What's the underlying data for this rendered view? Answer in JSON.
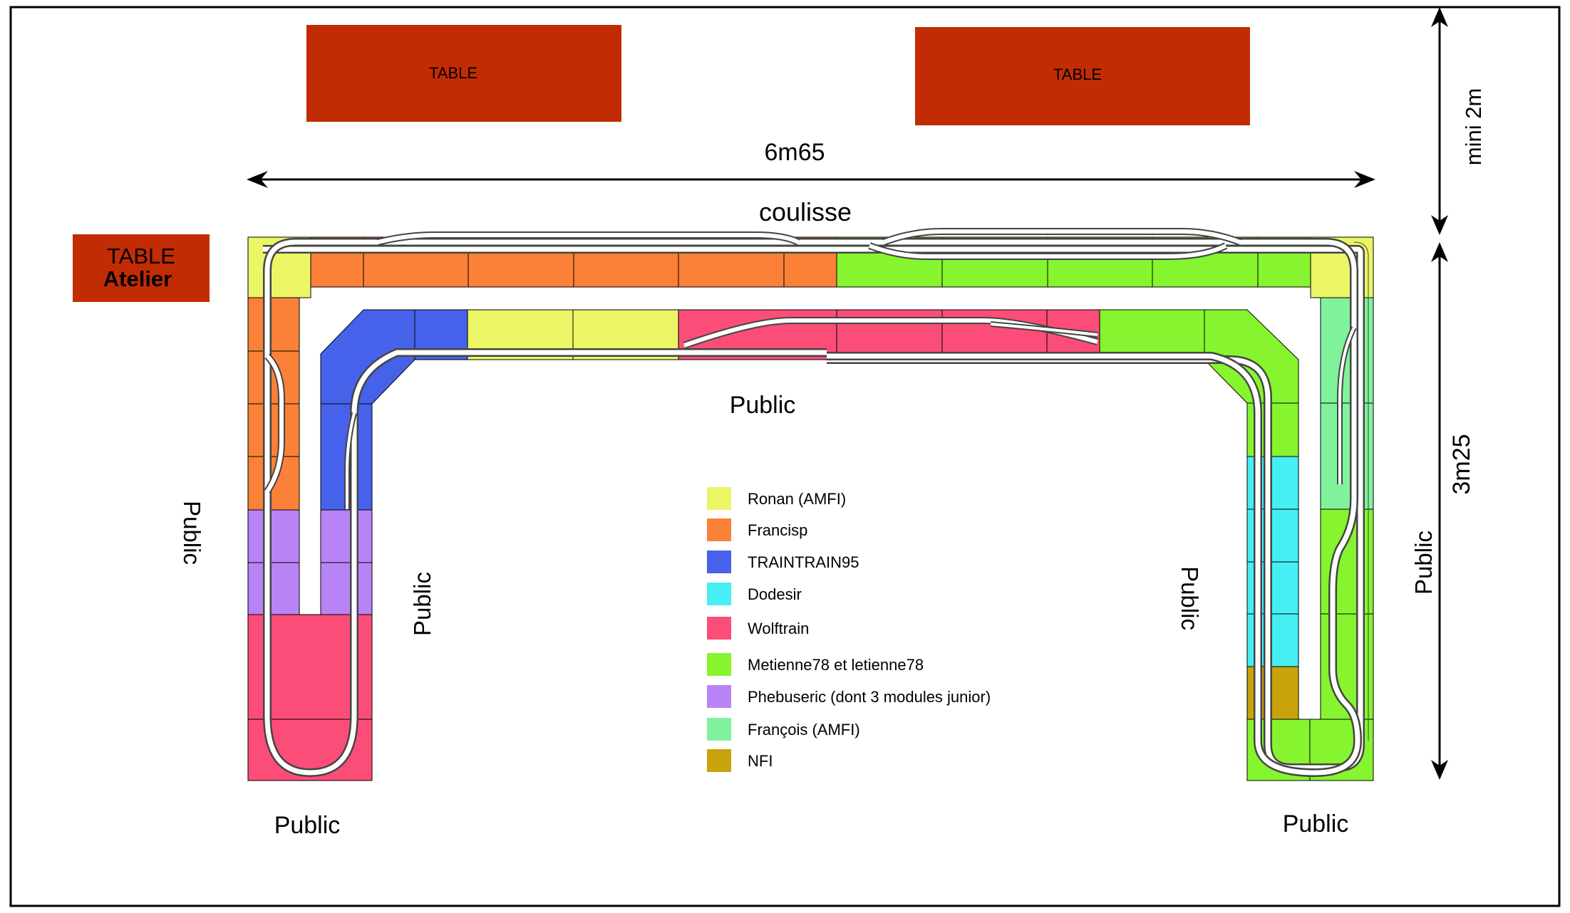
{
  "tables": {
    "table1": "TABLE",
    "table2": "TABLE",
    "atelier_line1": "TABLE",
    "atelier_line2": "Atelier",
    "color": "#c22c04"
  },
  "dimensions": {
    "width": "6m65",
    "coulisse": "coulisse",
    "depth_min": "mini 2m",
    "height": "3m25"
  },
  "public_labels": {
    "center": "Public",
    "left_outer": "Public",
    "left_inner": "Public",
    "right_inner": "Public",
    "right_outer": "Public",
    "bottom_left": "Public",
    "bottom_right": "Public"
  },
  "legend": [
    {
      "label": "Ronan (AMFI)",
      "color": "#ebf566"
    },
    {
      "label": "Francisp",
      "color": "#fa8137"
    },
    {
      "label": "TRAINTRAIN95",
      "color": "#4762ea"
    },
    {
      "label": "Dodesir",
      "color": "#45eff4"
    },
    {
      "label": "Wolftrain",
      "color": "#fb4d78"
    },
    {
      "label": "Metienne78 et letienne78",
      "color": "#86f42e"
    },
    {
      "label": "Phebuseric (dont 3 modules junior)",
      "color": "#b884f5"
    },
    {
      "label": "François (AMFI)",
      "color": "#80f29c"
    },
    {
      "label": "NFI",
      "color": "#c9a30c"
    }
  ]
}
